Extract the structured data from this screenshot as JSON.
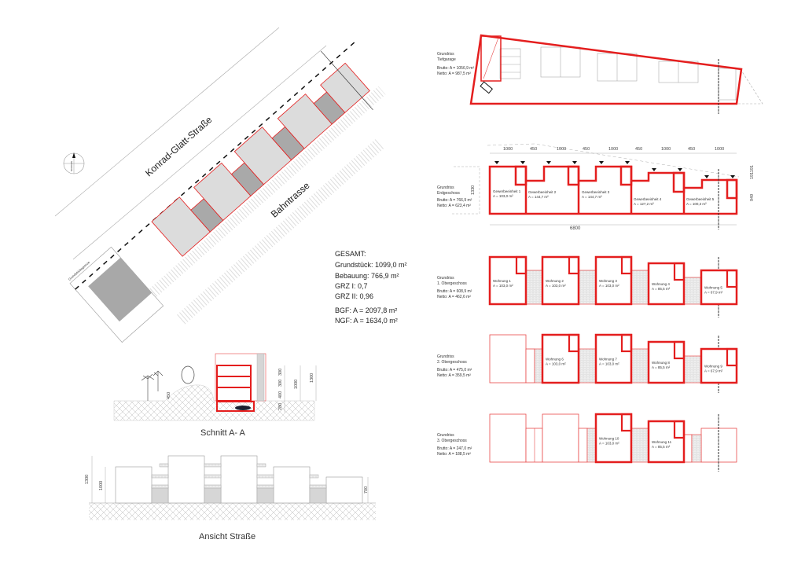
{
  "site_plan": {
    "street_label": "Konrad-Glatt-Straße",
    "railway_label": "Bahntrasse",
    "boundary_label": "Grundstücksgrenze",
    "north_label": "NORDEN"
  },
  "totals": {
    "heading": "GESAMT:",
    "grundstueck": "Grundstück: 1099,0 m²",
    "bebauung": "Bebauung: 766,9 m²",
    "grz1": "GRZ I: 0,7",
    "grz2": "GRZ II: 0,96",
    "bgf": "BGF: A = 2097,8 m²",
    "ngf": "NGF: A = 1634,0 m²"
  },
  "section": {
    "title": "Schnitt A- A",
    "dims": [
      "300",
      "300",
      "400",
      "280",
      "1000",
      "1300",
      "450"
    ]
  },
  "elevation": {
    "title": "Ansicht Straße",
    "dims": [
      "1300",
      "1000",
      "700"
    ]
  },
  "plans": {
    "tiefgarage": {
      "title1": "Grundriss",
      "title2": "Tiefgarage",
      "brutto": "Brutto: A = 1056,9 m²",
      "netto": "Netto: A = 987,5 m²"
    },
    "eg": {
      "title1": "Grundriss",
      "title2": "Erdgeschoss",
      "brutto": "Brutto: A = 766,9 m²",
      "netto": "Netto: A = 623,4 m²",
      "units": [
        {
          "name": "Gewerbeeinheit 1",
          "area": "A = 103,0 m²"
        },
        {
          "name": "Gewerbeeinheit 2",
          "area": "A = 144,7 m²"
        },
        {
          "name": "Gewerbeeinheit 3",
          "area": "A = 144,7 m²"
        },
        {
          "name": "Gewerbeeinheit 4",
          "area": "A = 127,2 m²"
        },
        {
          "name": "Gewerbeeinheit 5",
          "area": "A = 100,3 m²"
        }
      ],
      "dims_top": [
        "1000",
        "450",
        "1000",
        "450",
        "1000",
        "450",
        "1000",
        "450",
        "1000"
      ],
      "dim_total": "6800",
      "dim_left": "1330",
      "dim_right_top": "191191",
      "dim_right": "949"
    },
    "og1": {
      "title1": "Grundriss",
      "title2": "1. Obergeschoss",
      "brutto": "Brutto: A = 608,9 m²",
      "netto": "Netto: A = 462,6 m²",
      "units": [
        {
          "name": "Wohnung 1",
          "area": "A = 103,0 m²"
        },
        {
          "name": "Wohnung 2",
          "area": "A = 103,0 m²"
        },
        {
          "name": "Wohnung 3",
          "area": "A = 103,0 m²"
        },
        {
          "name": "Wohnung 4",
          "area": "A = 85,5 m²"
        },
        {
          "name": "Wohnung 5",
          "area": "A = 67,9 m²"
        }
      ]
    },
    "og2": {
      "title1": "Grundriss",
      "title2": "2. Obergeschoss",
      "brutto": "Brutto: A = 475,0 m²",
      "netto": "Netto: A = 359,5 m²",
      "units": [
        {
          "name": "Wohnung 6",
          "area": "A = 103,0 m²"
        },
        {
          "name": "Wohnung 7",
          "area": "A = 103,0 m²"
        },
        {
          "name": "Wohnung 8",
          "area": "A = 85,5 m²"
        },
        {
          "name": "Wohnung 9",
          "area": "A = 67,9 m²"
        }
      ]
    },
    "og3": {
      "title1": "Grundriss",
      "title2": "3. Obergeschoss",
      "brutto": "Brutto: A = 247,0 m²",
      "netto": "Netto: A = 188,5 m²",
      "units": [
        {
          "name": "Wohnung 10",
          "area": "A = 103,0 m²"
        },
        {
          "name": "Wohnung 11",
          "area": "A = 85,5 m²"
        }
      ]
    }
  },
  "colors": {
    "accent": "#e41e1e",
    "building_fill": "#dcdcdc",
    "core_fill": "#a9a9a9"
  }
}
